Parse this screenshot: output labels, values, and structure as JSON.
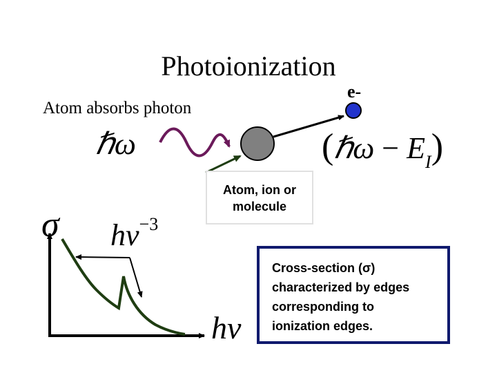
{
  "title": "Photoionization",
  "subtitle": "Atom absorbs photon",
  "electron_label": "e-",
  "photon_energy": {
    "hbar": "ℏ",
    "omega": "ω"
  },
  "electron_energy": {
    "open": "(",
    "hbar": "ℏ",
    "omega": "ω",
    "minus": " − ",
    "E": "E",
    "sub": "I",
    "close": ")"
  },
  "atom_box_lines": [
    "Atom, ion or",
    "molecule"
  ],
  "cross_section_lines": [
    "Cross-section (σ)",
    "characterized by edges",
    "corresponding to",
    "ionization edges."
  ],
  "graph": {
    "y_symbol": "σ",
    "trend": {
      "h": "h",
      "nu": "ν",
      "exp": "−3"
    },
    "x_symbol": {
      "h": "h",
      "nu": "ν"
    }
  },
  "colors": {
    "photon_wave": "#6b1a5a",
    "atom": "#808080",
    "electron": "#2233cc",
    "curve": "#1f3d12",
    "box_border": "#101a6e"
  }
}
